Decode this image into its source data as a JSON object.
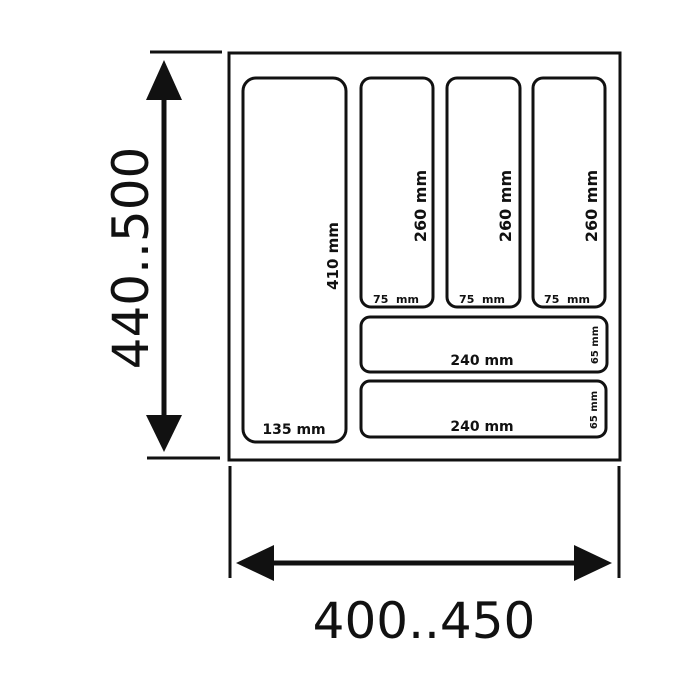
{
  "colors": {
    "stroke": "#111111",
    "background": "#ffffff"
  },
  "dimensions": {
    "depth": "440..500",
    "width": "400..450"
  },
  "compartments": {
    "large_width": "135 mm",
    "large_length": "410 mm",
    "small_1_length": "260 mm",
    "small_1_width": "75  mm",
    "small_2_length": "260 mm",
    "small_2_width": "75  mm",
    "small_3_length": "260 mm",
    "small_3_width": "75  mm",
    "horizontal_1_length": "240 mm",
    "horizontal_1_width": "65 mm",
    "horizontal_2_length": "240 mm",
    "horizontal_2_width": "65 mm"
  }
}
